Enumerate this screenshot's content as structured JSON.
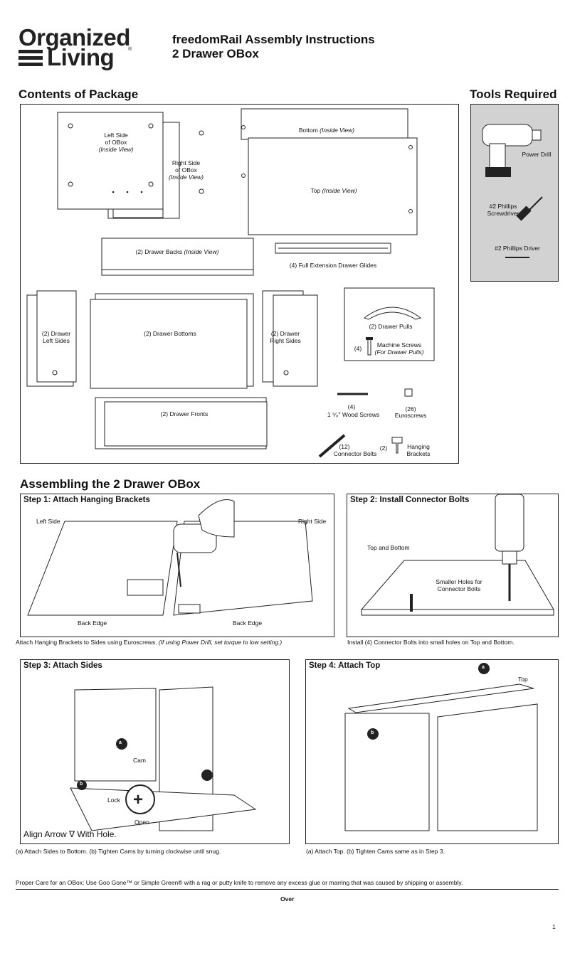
{
  "header": {
    "logo_line1": "Organized",
    "logo_line2": "Living",
    "trademark": "®",
    "title": "freedomRail Assembly Instructions",
    "subtitle": "2 Drawer OBox"
  },
  "contents": {
    "heading": "Contents of Package",
    "left_side": [
      "Left Side",
      "of OBox",
      "(Inside View)"
    ],
    "right_side": [
      "Right Side",
      "of OBox",
      "(Inside View)"
    ],
    "bottom": [
      "Bottom ",
      "(Inside View)"
    ],
    "top": [
      "Top ",
      "(Inside View)"
    ],
    "drawer_backs": [
      "(2) Drawer Backs ",
      "(Inside View)"
    ],
    "glides": "(4) Full Extension Drawer Glides",
    "drawer_left": [
      "(2)  Drawer",
      "Left Sides"
    ],
    "drawer_bottoms": "(2) Drawer Bottoms",
    "drawer_right": [
      "(2)  Drawer",
      "Right Sides"
    ],
    "pulls": "(2) Drawer Pulls",
    "machine_qty": "(4)",
    "machine_screws": [
      "Machine Screws",
      "(For Drawer Pulls)"
    ],
    "wood_qty": "(4)",
    "wood_screws": "1 ⁵⁄₈\" Wood Screws",
    "euro_qty": "(26)",
    "euroscrews": "Euroscrews",
    "drawer_fronts": "(2) Drawer Fronts",
    "connector_qty": "(12)",
    "connector_bolts": "Connector Bolts",
    "hanging_qty": "(2)",
    "hanging_brackets": [
      "Hanging",
      "Brackets"
    ]
  },
  "tools": {
    "heading": "Tools Required",
    "drill": "Power Drill",
    "screwdriver": [
      "#2 Phillips",
      "Screwdriver"
    ],
    "driver": "#2 Phillips Driver"
  },
  "assembly": {
    "heading": "Assembling the 2 Drawer OBox",
    "step1": {
      "title": "Step 1: Attach Hanging Brackets",
      "left_side": "Left Side",
      "right_side": "Right Side",
      "back_edge_left": "Back Edge",
      "back_edge_right": "Back Edge",
      "caption": "Attach Hanging Brackets to Sides using Euroscrews. ",
      "caption_italic": "(If using Power Drill, set torque to low setting.)"
    },
    "step2": {
      "title": "Step 2: Install Connector Bolts",
      "top_bottom": "Top and Bottom",
      "smaller_holes": [
        "Smaller Holes for",
        "Connector Bolts"
      ],
      "caption": "Install (4) Connector Bolts into small holes on Top and Bottom."
    },
    "step3": {
      "title": "Step 3: Attach Sides",
      "cam": "Cam",
      "lock": "Lock",
      "open": "Open",
      "marker_a": "a",
      "marker_b": "b",
      "align": "Align Arrow ∇ With Hole.",
      "caption": "(a) Attach Sides to Bottom. (b) Tighten Cams by turning clockwise until snug."
    },
    "step4": {
      "title": "Step 4: Attach Top",
      "top": "Top",
      "marker_a": "a",
      "marker_b": "b",
      "caption": "(a) Attach Top. (b) Tighten Cams same as in Step 3."
    }
  },
  "footer": {
    "care": "Proper Care for an OBox: Use Goo Gone™ or Simple Green® with a rag or putty knife to remove any excess glue or marring that was caused by shipping or assembly.",
    "over": "Over",
    "page": "1"
  },
  "colors": {
    "tools_bg": "#d2d2d2",
    "ink": "#222222"
  }
}
